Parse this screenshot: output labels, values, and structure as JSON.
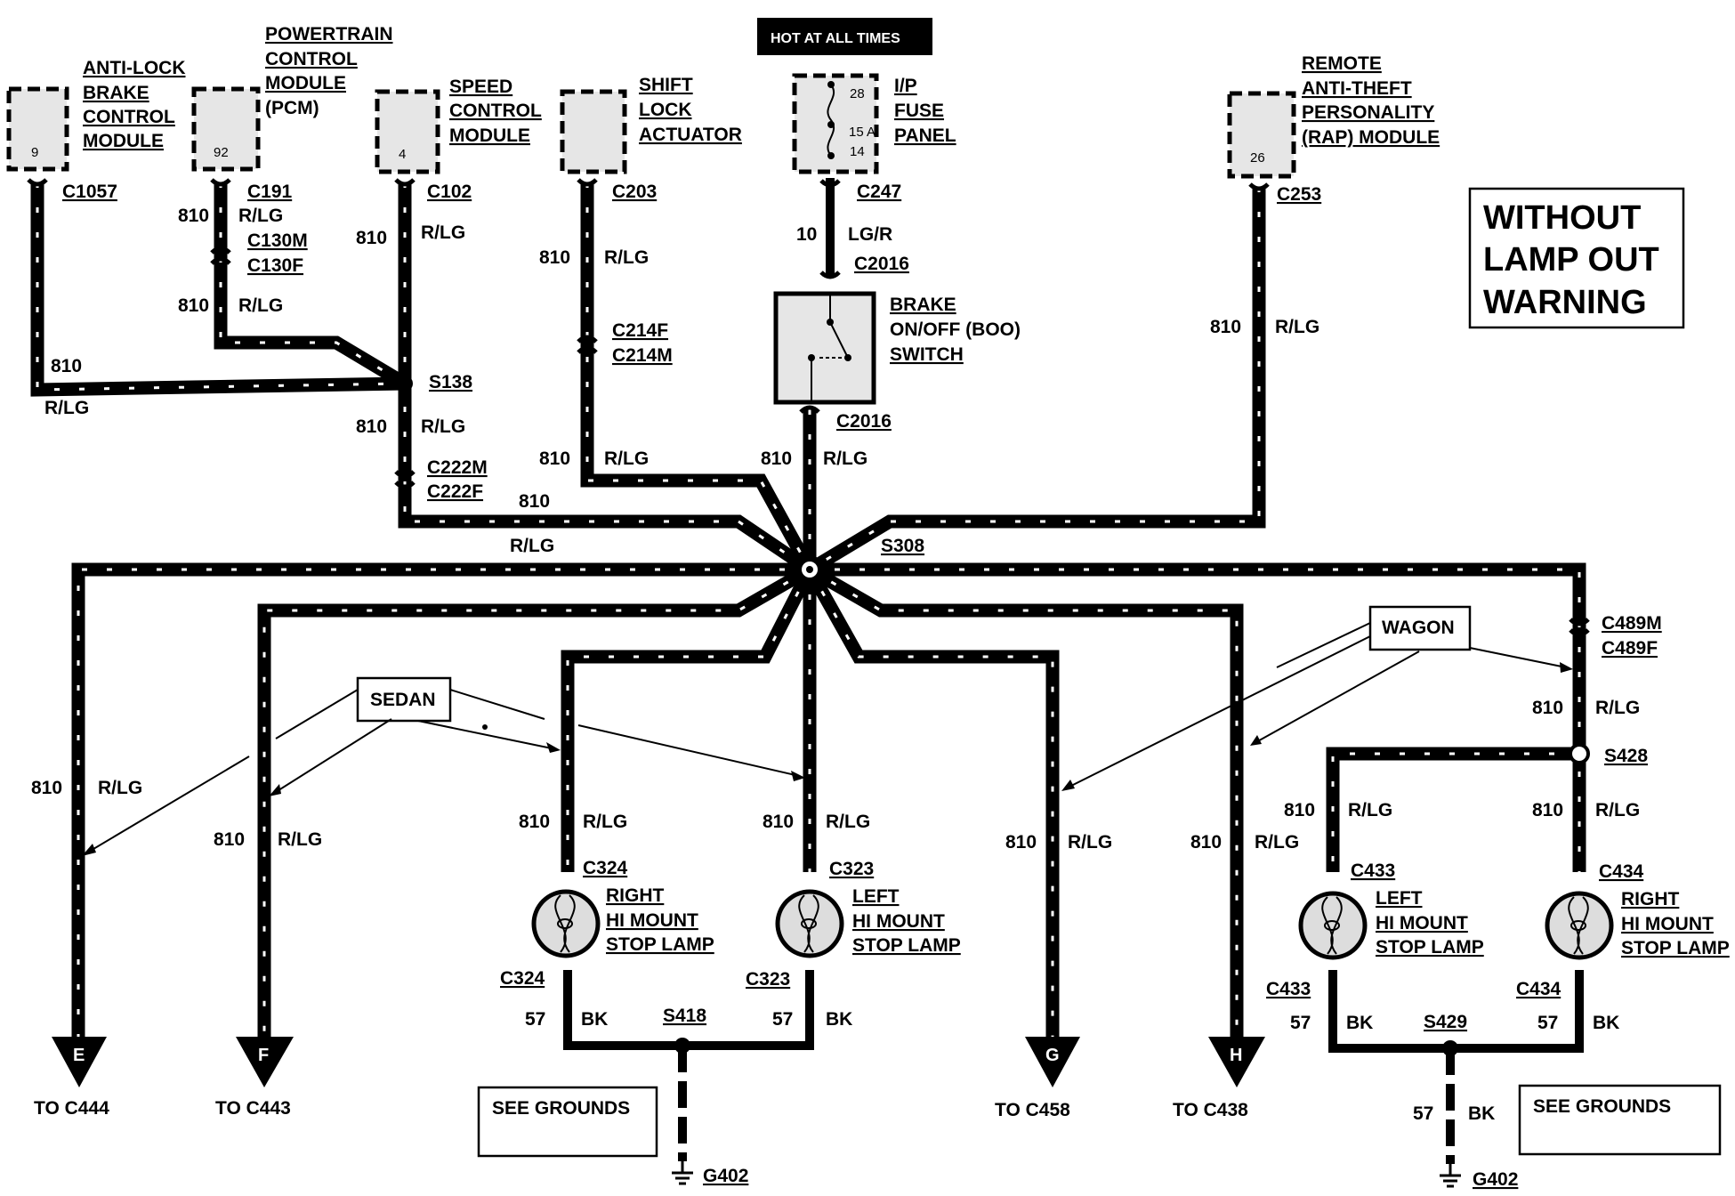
{
  "hot_banner": "HOT AT ALL TIMES",
  "title_box": [
    "WITHOUT",
    "LAMP OUT",
    "WARNING"
  ],
  "modules": {
    "abs": {
      "lines": [
        "ANTI-LOCK",
        "BRAKE",
        "CONTROL",
        "MODULE"
      ],
      "pin": "9",
      "connector": "C1057"
    },
    "pcm": {
      "lines": [
        "POWERTRAIN",
        "CONTROL",
        "MODULE",
        "(PCM)"
      ],
      "pin": "92",
      "connector": "C191"
    },
    "speed": {
      "lines": [
        "SPEED",
        "CONTROL",
        "MODULE"
      ],
      "pin": "4",
      "connector": "C102"
    },
    "shift": {
      "lines": [
        "SHIFT",
        "LOCK",
        "ACTUATOR"
      ],
      "connector": "C203"
    },
    "fuse": {
      "lines": [
        "I/P",
        "FUSE",
        "PANEL"
      ],
      "pin_top": "28",
      "rating": "15 A",
      "pin_bottom": "14",
      "connector": "C247"
    },
    "rap": {
      "lines": [
        "REMOTE",
        "ANTI-THEFT",
        "PERSONALITY",
        "(RAP) MODULE"
      ],
      "pin": "26",
      "connector": "C253"
    },
    "boo": {
      "lines": [
        "BRAKE",
        "ON/OFF (BOO)",
        "SWITCH"
      ],
      "connector_in": "C2016",
      "connector_out": "C2016"
    }
  },
  "wire_labels": {
    "circuit": "810",
    "color": "R/LG",
    "fuse_circuit": "10",
    "fuse_color": "LG/R",
    "ground_circuit": "57",
    "ground_color": "BK"
  },
  "connectors": {
    "c130m": "C130M",
    "c130f": "C130F",
    "c214f": "C214F",
    "c214m": "C214M",
    "c222m": "C222M",
    "c222f": "C222F",
    "c489m": "C489M",
    "c489f": "C489F"
  },
  "splices": {
    "s138": "S138",
    "s308": "S308",
    "s428": "S428",
    "s418": "S418",
    "s429": "S429"
  },
  "callouts": {
    "sedan": "SEDAN",
    "wagon": "WAGON"
  },
  "lamps": [
    {
      "lines": [
        "RIGHT",
        "HI MOUNT",
        "STOP LAMP"
      ],
      "connector": "C324"
    },
    {
      "lines": [
        "LEFT",
        "HI MOUNT",
        "STOP LAMP"
      ],
      "connector": "C323"
    },
    {
      "lines": [
        "LEFT",
        "HI MOUNT",
        "STOP LAMP"
      ],
      "connector": "C433"
    },
    {
      "lines": [
        "RIGHT",
        "HI MOUNT",
        "STOP LAMP"
      ],
      "connector": "C434"
    }
  ],
  "outputs": [
    {
      "letter": "E",
      "label": "TO C444"
    },
    {
      "letter": "F",
      "label": "TO C443"
    },
    {
      "letter": "G",
      "label": "TO C458"
    },
    {
      "letter": "H",
      "label": "TO C438"
    }
  ],
  "grounds": {
    "note": "SEE GROUNDS",
    "name": "G402"
  }
}
